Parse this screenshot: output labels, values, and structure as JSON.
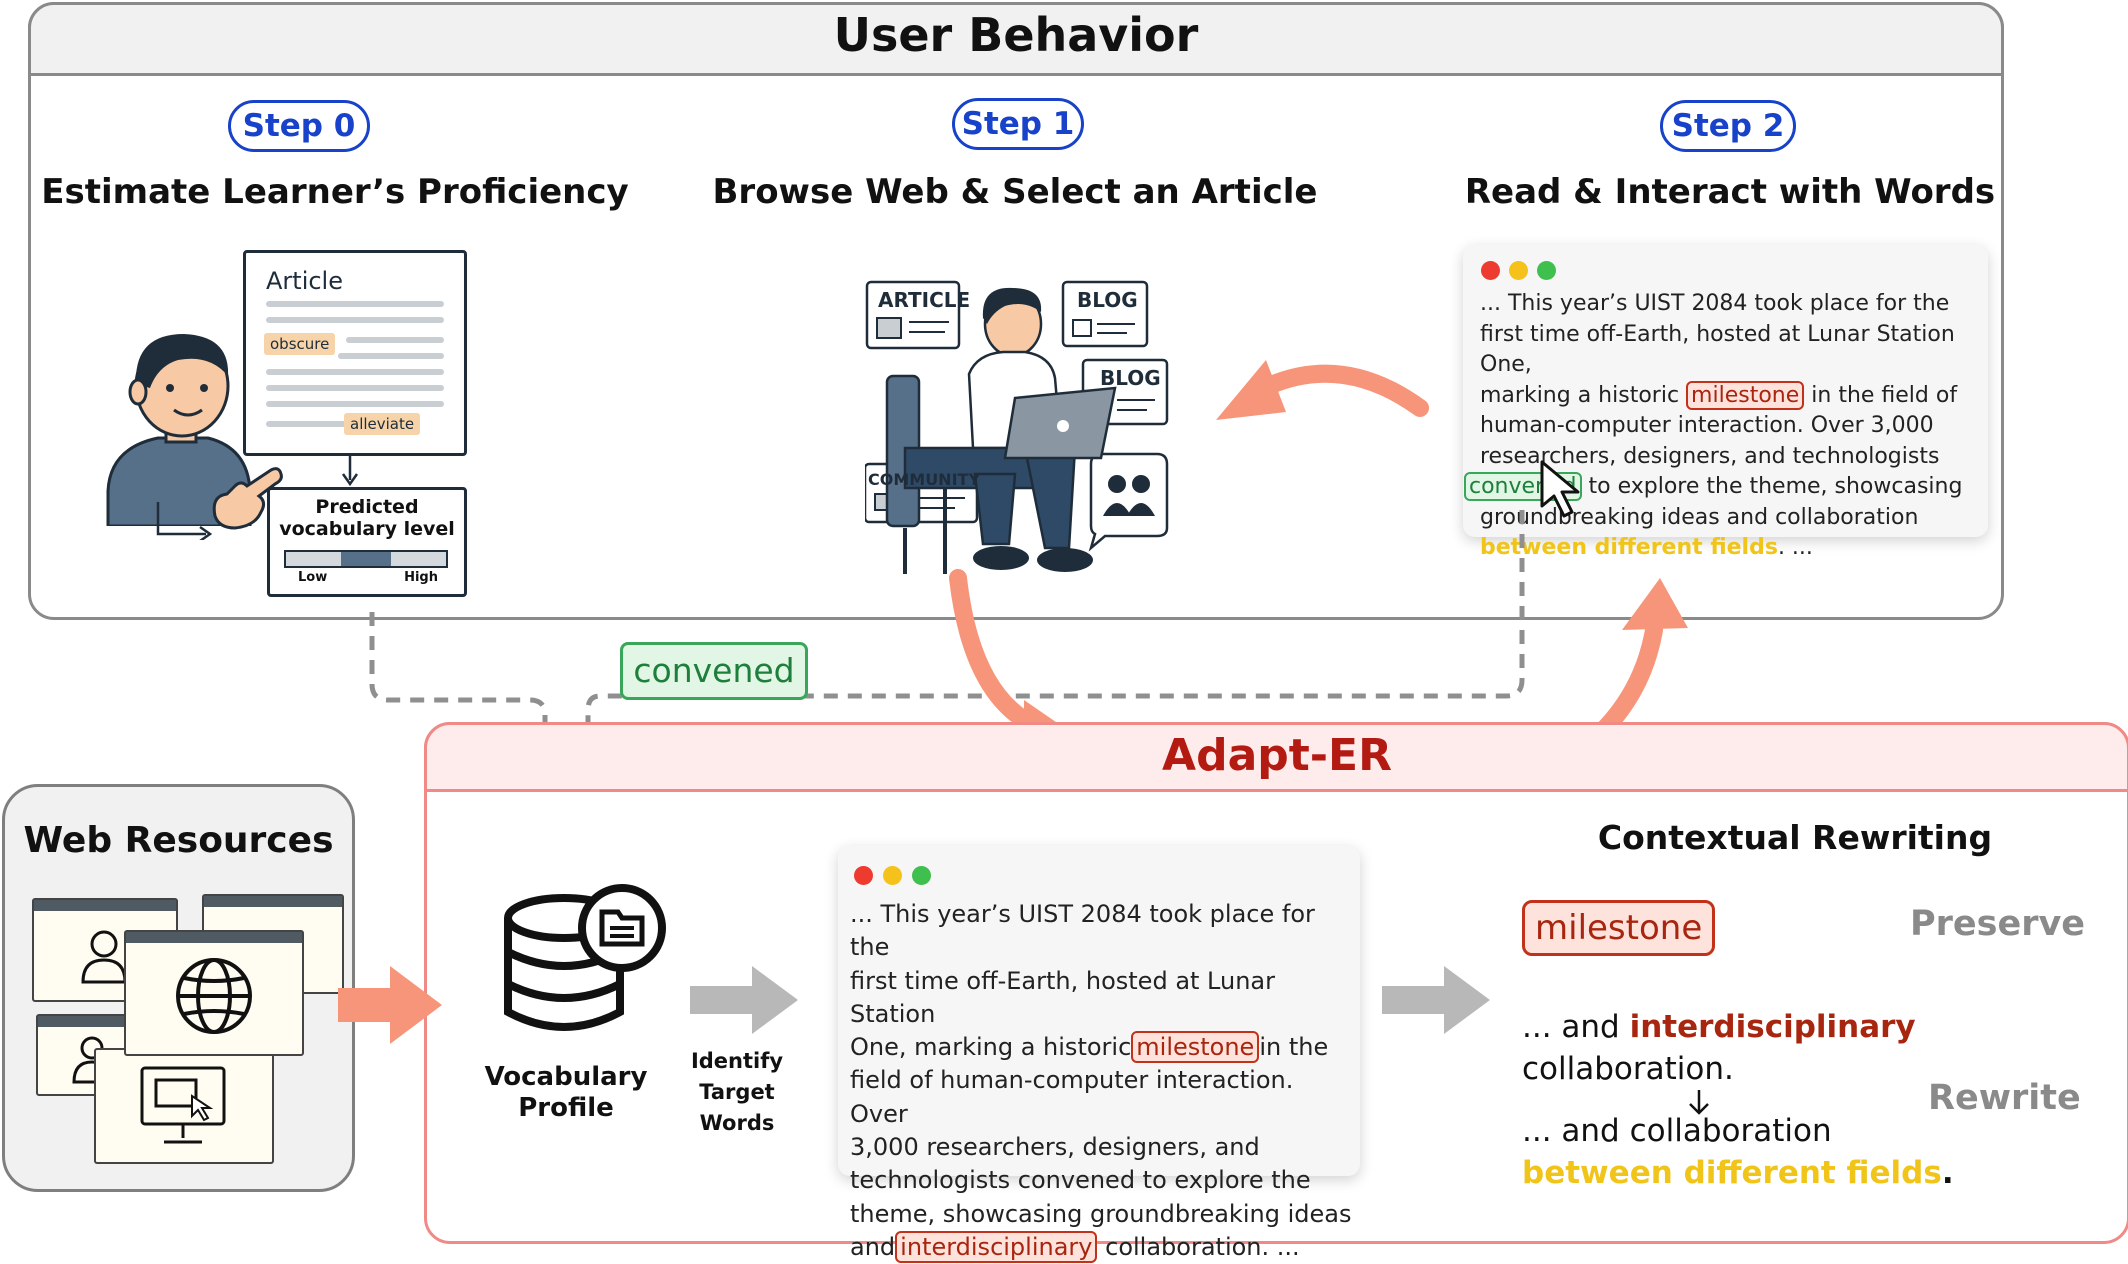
{
  "user_behavior": {
    "title": "User Behavior",
    "steps": [
      {
        "badge": "Step 0",
        "title": "Estimate Learner’s Proficiency"
      },
      {
        "badge": "Step 1",
        "title": "Browse Web & Select an Article"
      },
      {
        "badge": "Step 2",
        "title": "Read & Interact with Words"
      }
    ],
    "step0": {
      "card_title": "Article",
      "tag1": "obscure",
      "tag2": "alleviate",
      "predicted_line1": "Predicted",
      "predicted_line2": "vocabulary level",
      "low": "Low",
      "high": "High",
      "level_fraction": 0.5
    },
    "step1": {
      "cards": [
        "ARTICLE",
        "BLOG",
        "BLOG",
        "COMMUNITY"
      ]
    },
    "step2": {
      "lines": [
        "... This year’s UIST 2084 took place for the",
        "first time off-Earth, hosted at Lunar Station One,",
        "marking a historic",
        "milestone",
        "in the field of",
        "human-computer interaction. Over 3,000",
        "researchers, designers, and technologists",
        "convened",
        "to explore the theme, showcasing",
        "groundbreaking ideas and collaboration",
        "between different fields",
        ". ..."
      ]
    }
  },
  "flow_tag": "convened",
  "adapt_er": {
    "title": "Adapt-ER",
    "vocab_profile": "Vocabulary Profile",
    "vocab_line1": "Vocabulary",
    "vocab_line2": "Profile",
    "identify_line1": "Identify",
    "identify_line2": "Target Words",
    "article_lines": [
      "... This year’s UIST 2084 took place for the",
      "first time off-Earth, hosted at Lunar Station",
      "One, marking a historic",
      "milestone",
      "in the",
      "field of human-computer interaction. Over",
      "3,000 researchers, designers, and",
      "technologists convened to explore the",
      "theme, showcasing groundbreaking ideas",
      "and",
      "interdisciplinary",
      "collaboration. ..."
    ],
    "contextual_rewriting": {
      "title": "Contextual Rewriting",
      "preserve_word": "milestone",
      "preserve_label": "Preserve",
      "rewrite_label": "Rewrite",
      "before_prefix": "... and",
      "before_word": "interdisciplinary",
      "before_suffix": "collaboration.",
      "after_prefix": "... and collaboration",
      "after_highlight": "between different fields",
      "after_suffix": "."
    }
  },
  "web_resources": {
    "title": "Web Resources"
  },
  "colors": {
    "step_blue": "#1742c9",
    "adapt_red": "#b31b12",
    "arrow_salmon": "#f7957a",
    "highlight_yellow": "#f0c419",
    "word_red": "#a8260f",
    "word_green": "#1e7f3c"
  }
}
